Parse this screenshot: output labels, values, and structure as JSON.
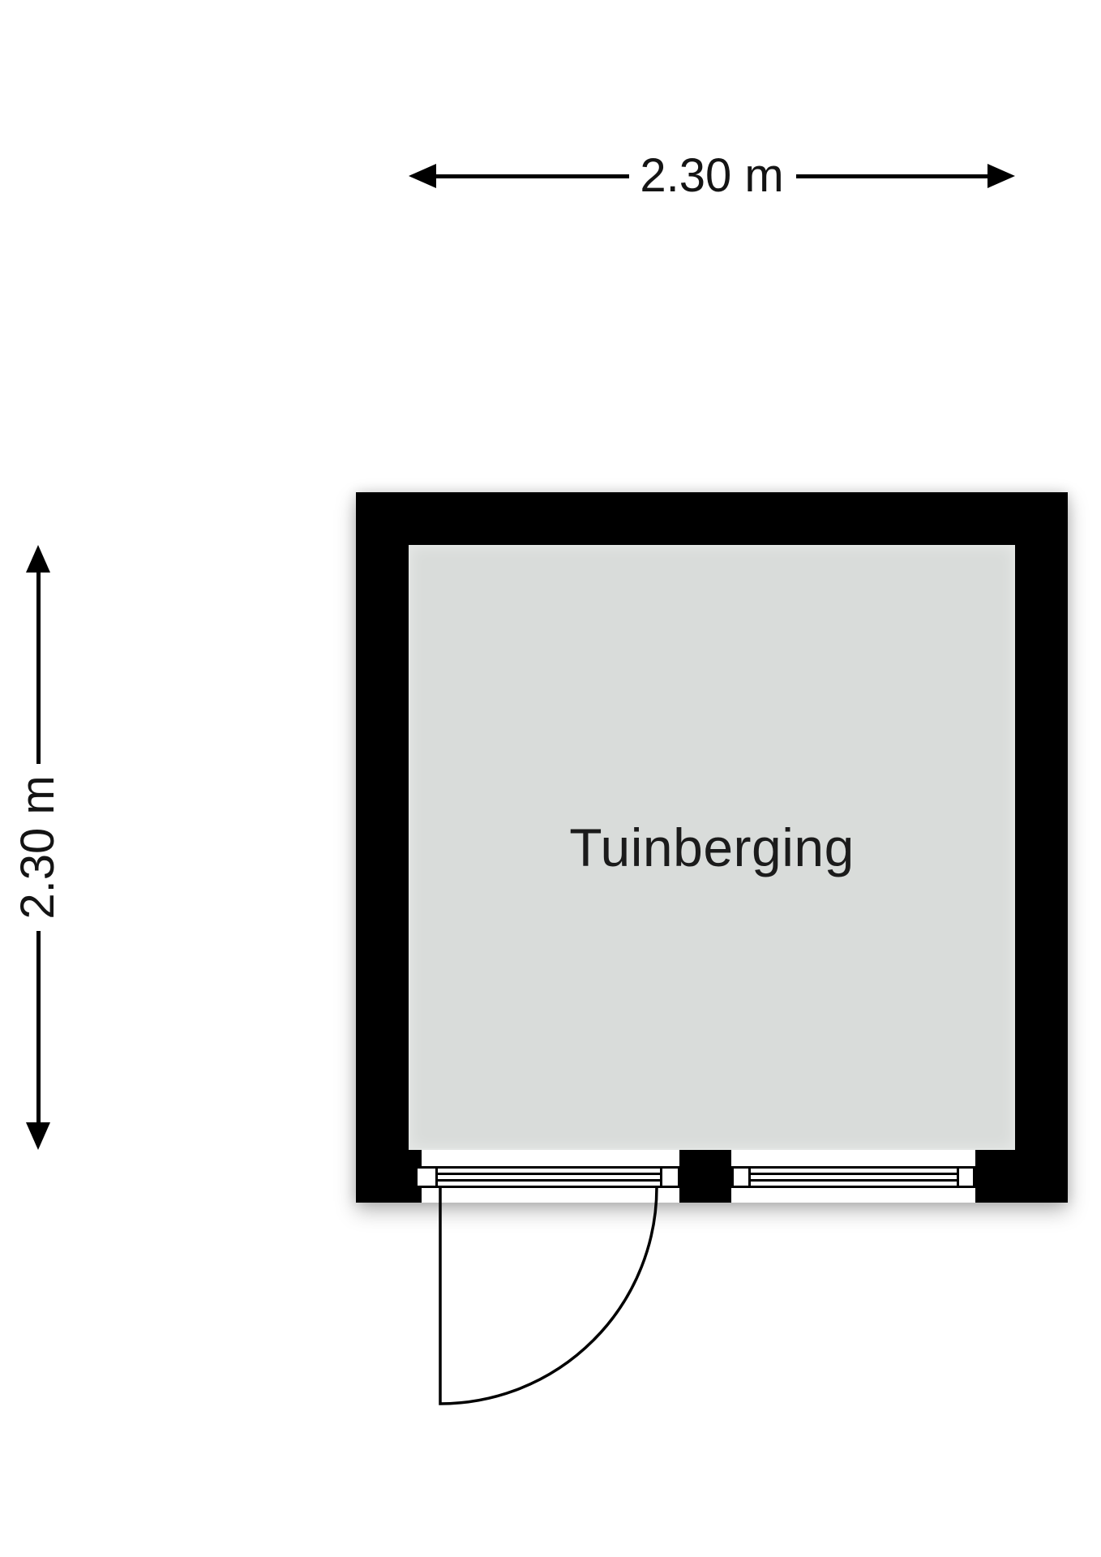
{
  "floorplan": {
    "room": {
      "label": "Tuinberging"
    },
    "dimensions": {
      "width": {
        "label": "2.30 m"
      },
      "height": {
        "label": "2.30 m"
      }
    },
    "colors": {
      "wall": "#000000",
      "floor": "#d9dcda",
      "lines": "#000000",
      "text": "#1b1b1b",
      "background": "#ffffff"
    }
  }
}
